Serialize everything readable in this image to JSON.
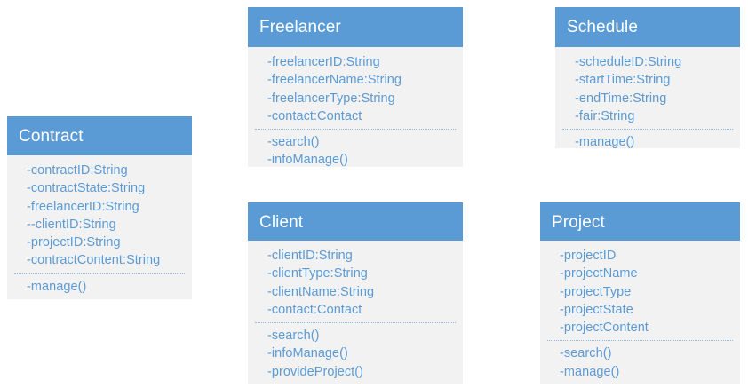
{
  "diagram": {
    "type": "uml-class-diagram",
    "background_color": "#ffffff",
    "header_color": "#5b9bd5",
    "header_text_color": "#ffffff",
    "body_color": "#f2f2f2",
    "member_text_color": "#5b9bd5",
    "divider_color": "#8fb9e0",
    "classes": [
      {
        "id": "contract",
        "name": "Contract",
        "attributes": [
          "-contractID:String",
          "-contractState:String",
          "-freelancerID:String",
          "--clientID:String",
          "-projectID:String",
          "-contractContent:String"
        ],
        "methods": [
          "-manage()"
        ]
      },
      {
        "id": "freelancer",
        "name": "Freelancer",
        "attributes": [
          "-freelancerID:String",
          "-freelancerName:String",
          "-freelancerType:String",
          "-contact:Contact"
        ],
        "methods": [
          "-search()",
          "-infoManage()"
        ]
      },
      {
        "id": "schedule",
        "name": "Schedule",
        "attributes": [
          "-scheduleID:String",
          "-startTime:String",
          "-endTime:String",
          "-fair:String"
        ],
        "methods": [
          "-manage()"
        ]
      },
      {
        "id": "client",
        "name": "Client",
        "attributes": [
          "-clientID:String",
          "-clientType:String",
          "-clientName:String",
          "-contact:Contact"
        ],
        "methods": [
          "-search()",
          "-infoManage()",
          "-provideProject()"
        ]
      },
      {
        "id": "project",
        "name": "Project",
        "attributes": [
          "-projectID",
          "-projectName",
          "-projectType",
          "-projectState",
          "-projectContent"
        ],
        "methods": [
          "-search()",
          "-manage()"
        ]
      }
    ]
  }
}
